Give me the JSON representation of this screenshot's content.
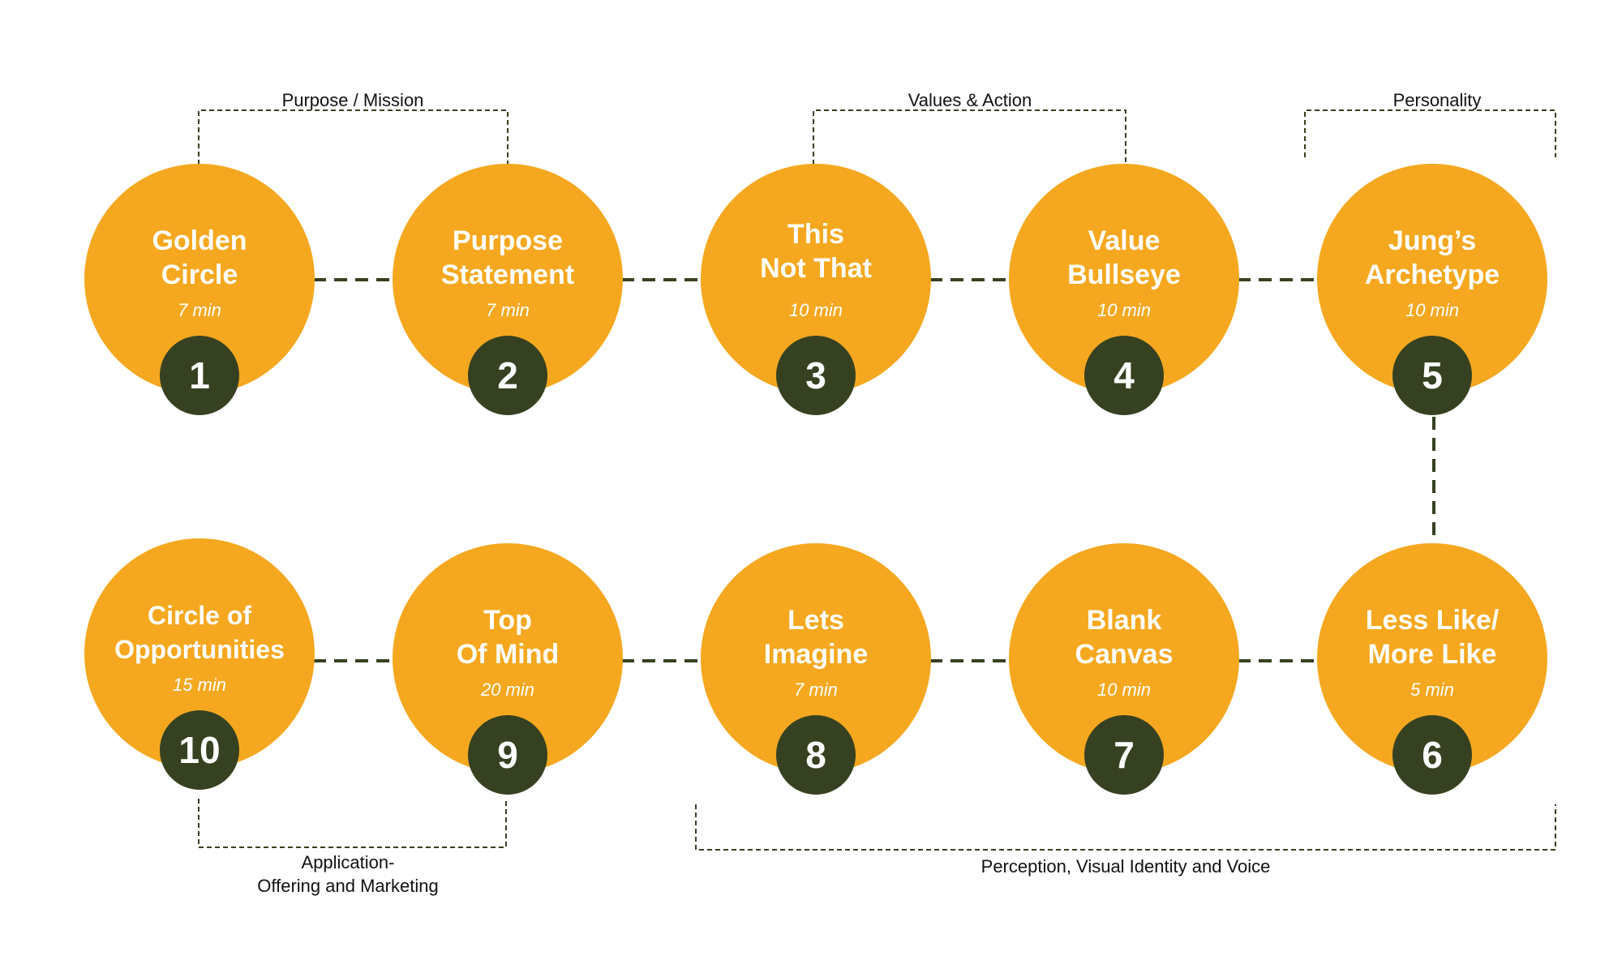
{
  "colors": {
    "circle": "#F5A81F",
    "badge": "#364121",
    "connector": "#364121",
    "bracket": "#364121",
    "text_on_circle": "#FFFFFF",
    "label_text": "#111111"
  },
  "steps": [
    {
      "number": "1",
      "title": "Golden\nCircle",
      "duration": "7 min"
    },
    {
      "number": "2",
      "title": "Purpose\nStatement",
      "duration": "7 min"
    },
    {
      "number": "3",
      "title": "This\nNot That",
      "duration": "10 min"
    },
    {
      "number": "4",
      "title": "Value\nBullseye",
      "duration": "10 min"
    },
    {
      "number": "5",
      "title": "Jung’s\nArchetype",
      "duration": "10 min"
    },
    {
      "number": "6",
      "title": "Less Like/\nMore Like",
      "duration": "5 min"
    },
    {
      "number": "7",
      "title": "Blank\nCanvas",
      "duration": "10 min"
    },
    {
      "number": "8",
      "title": "Lets\nImagine",
      "duration": "7 min"
    },
    {
      "number": "9",
      "title": "Top\nOf Mind",
      "duration": "20 min"
    },
    {
      "number": "10",
      "title": "Circle of\nOpportunities",
      "duration": "15 min"
    }
  ],
  "groups": [
    {
      "label": "Purpose / Mission"
    },
    {
      "label": "Values & Action"
    },
    {
      "label": "Personality"
    },
    {
      "label": "Application-\nOffering and Marketing"
    },
    {
      "label": "Perception, Visual Identity and Voice"
    }
  ]
}
